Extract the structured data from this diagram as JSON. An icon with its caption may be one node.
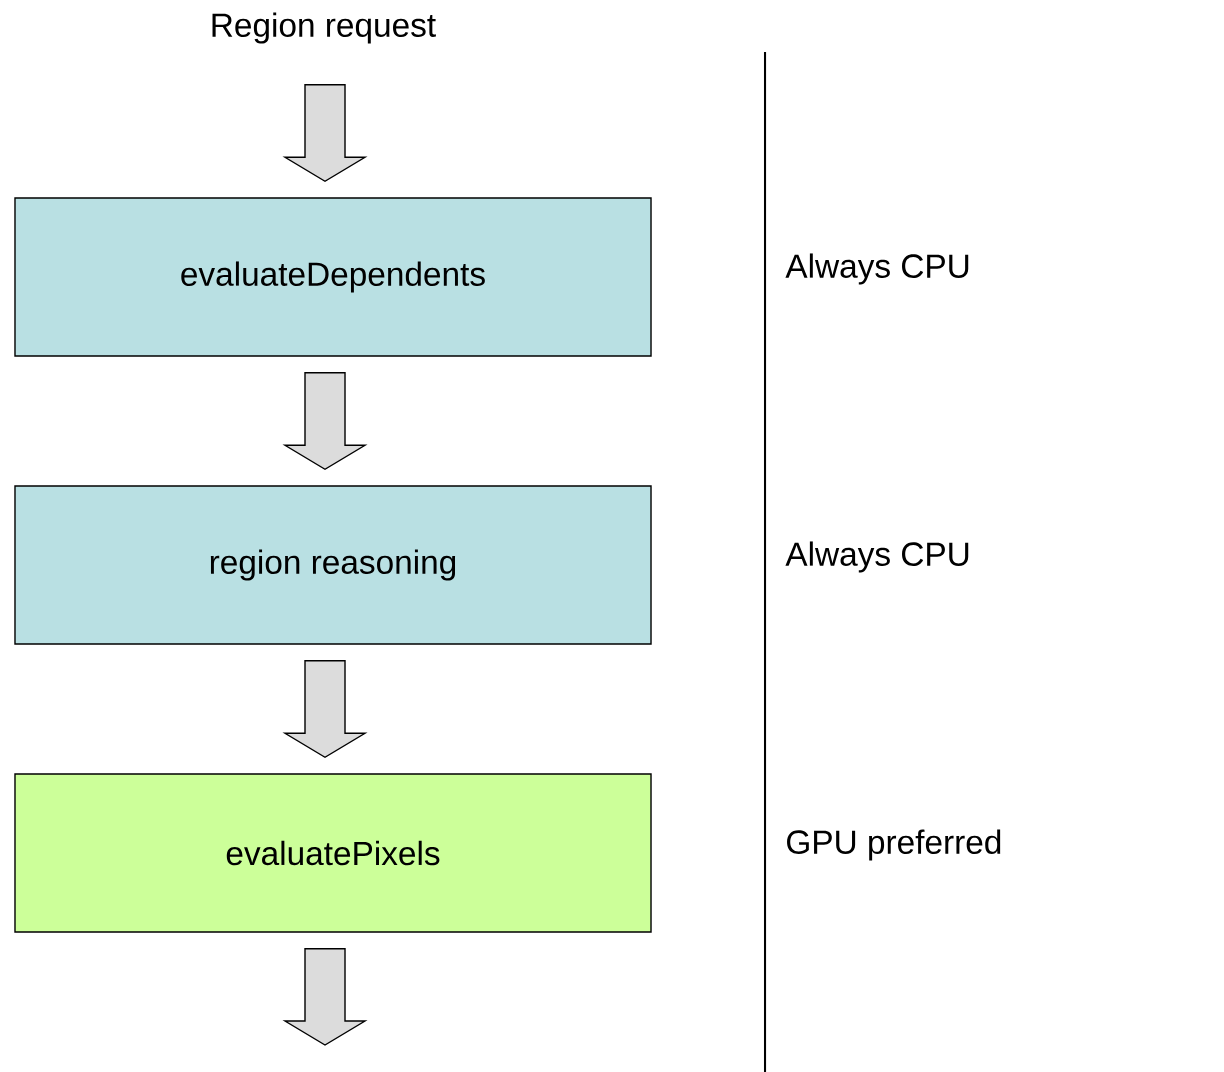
{
  "diagram": {
    "nodes": [
      {
        "text": [
          "Region request"
        ]
      },
      {
        "text": [
          "evaluateDependents"
        ]
      },
      {
        "text": [
          "region reasoning"
        ]
      },
      {
        "text": [
          "evaluatePixels"
        ]
      }
    ],
    "edges": [
      {
        "from": 0,
        "to": 1,
        "arrow": "to"
      },
      {
        "from": 1,
        "to": 2,
        "arrow": "to"
      },
      {
        "from": 2,
        "to": 3,
        "arrow": "to"
      },
      {
        "from": 3,
        "to": null,
        "arrow": "to"
      }
    ],
    "labels": [
      "Always CPU",
      "Always CPU",
      "GPU preferred"
    ]
  }
}
